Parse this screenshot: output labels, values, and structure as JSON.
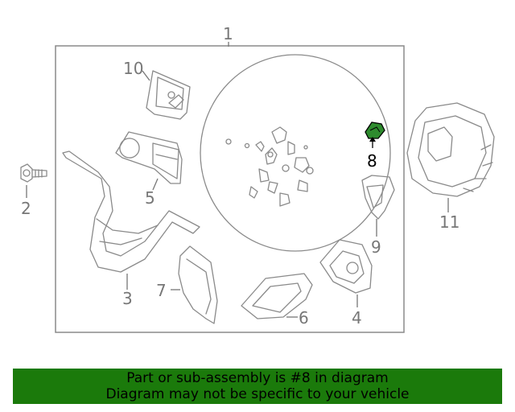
{
  "diagram": {
    "callouts": {
      "c1": "1",
      "c2": "2",
      "c3": "3",
      "c4": "4",
      "c5": "5",
      "c6": "6",
      "c7": "7",
      "c8": "8",
      "c9": "9",
      "c10": "10",
      "c11": "11"
    },
    "highlighted_part": "8",
    "colors": {
      "line": "#8a8a8a",
      "highlight_part": "#2e8b2e",
      "banner_background": "#1b7a0b"
    }
  },
  "banner": {
    "line1": "Part or sub-assembly is #8 in diagram",
    "line2": "Diagram may not be specific to your vehicle"
  }
}
